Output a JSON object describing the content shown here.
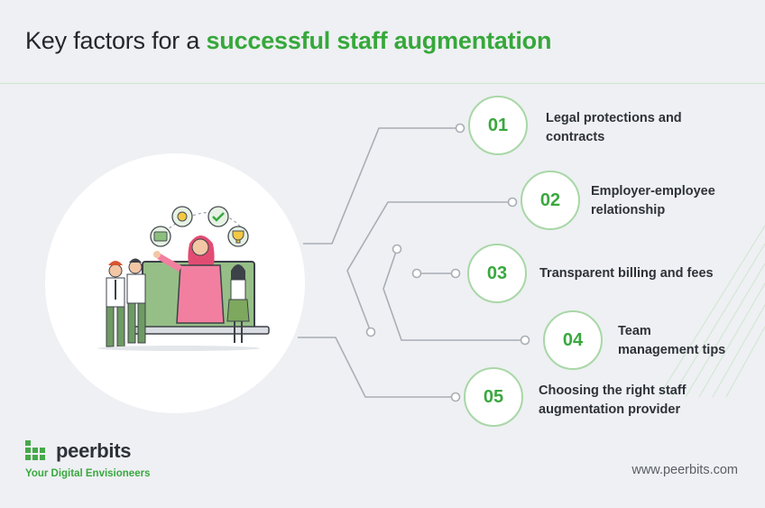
{
  "title": {
    "prefix": "Key factors for a ",
    "highlight": "successful staff augmentation"
  },
  "factors": [
    {
      "number": "01",
      "line1": "Legal protections and",
      "line2": "contracts"
    },
    {
      "number": "02",
      "line1": "Employer-employee",
      "line2": "relationship"
    },
    {
      "number": "03",
      "line1": "Transparent billing and fees",
      "line2": ""
    },
    {
      "number": "04",
      "line1": "Team",
      "line2": "management tips"
    },
    {
      "number": "05",
      "line1": "Choosing the right staff",
      "line2": "augmentation provider"
    }
  ],
  "brand": {
    "name": "peerbits",
    "tagline": "Your Digital Envisioneers",
    "website": "www.peerbits.com"
  },
  "colors": {
    "accent": "#36a83a",
    "background": "#eef0f3",
    "line": "#a9aeb5",
    "circle_border": "#a9d7a7"
  },
  "icons": [
    "presenter-illustration",
    "gear-icon",
    "check-icon",
    "trophy-icon",
    "money-icon",
    "peerbits-logo-icon"
  ]
}
